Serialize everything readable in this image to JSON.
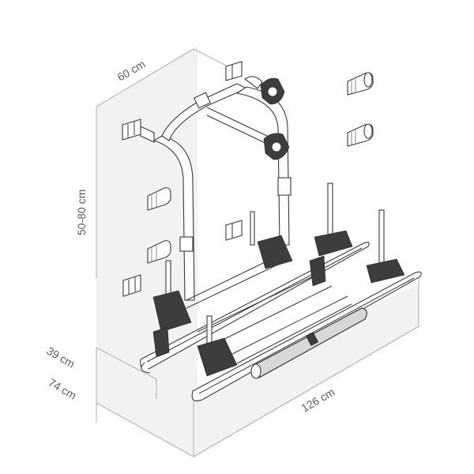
{
  "dimensions": {
    "depth": "60 cm",
    "height_range": "50-80 cm",
    "offset_upper": "39 cm",
    "offset_lower": "74 cm",
    "width": "126 cm"
  },
  "icons": [
    "clamp-icon",
    "clamp-icon",
    "clamp-icon",
    "clamp-icon"
  ]
}
